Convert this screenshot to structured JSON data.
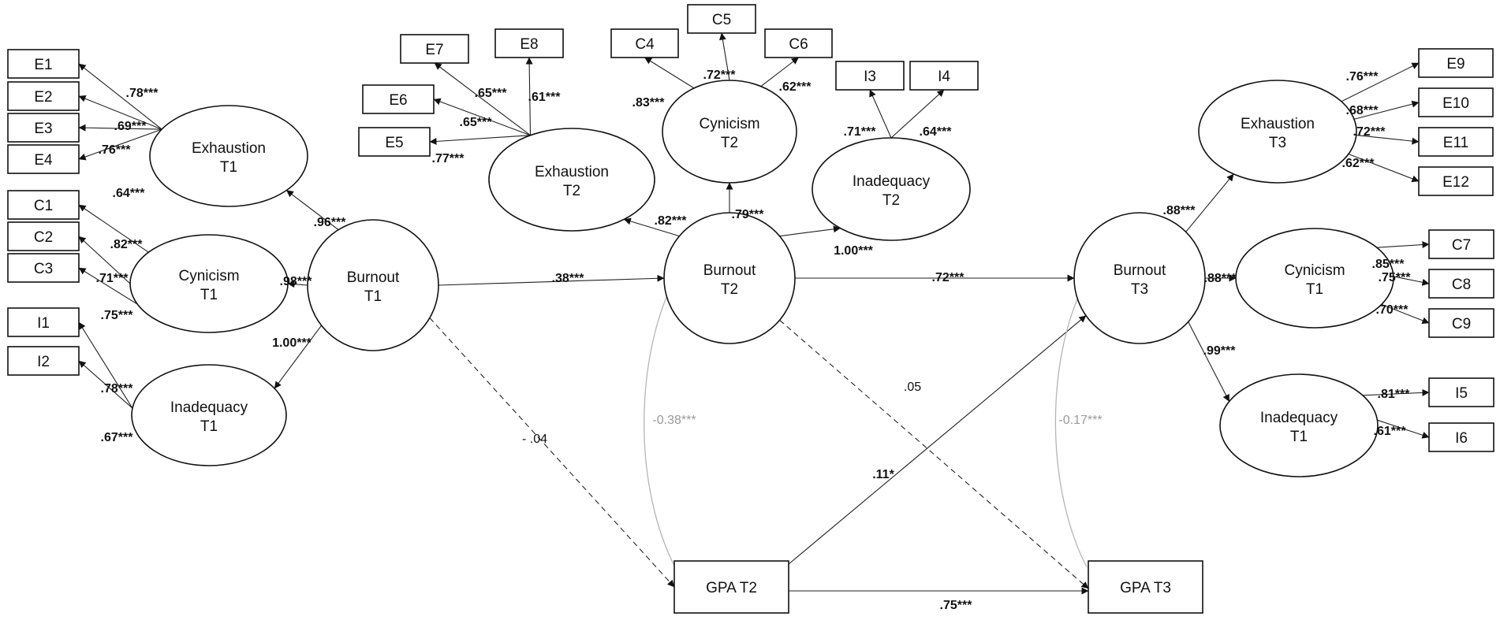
{
  "nodes": {
    "E1": "E1",
    "E2": "E2",
    "E3": "E3",
    "E4": "E4",
    "C1": "C1",
    "C2": "C2",
    "C3": "C3",
    "I1": "I1",
    "I2": "I2",
    "E5": "E5",
    "E6": "E6",
    "E7": "E7",
    "E8": "E8",
    "C4": "C4",
    "C5": "C5",
    "C6": "C6",
    "I3": "I3",
    "I4": "I4",
    "E9": "E9",
    "E10": "E10",
    "E11": "E11",
    "E12": "E12",
    "C7": "C7",
    "C8": "C8",
    "C9": "C9",
    "I5": "I5",
    "I6": "I6",
    "exh_t1": [
      "Exhaustion",
      "T1"
    ],
    "cyn_t1": [
      "Cynicism",
      "T1"
    ],
    "inad_t1": [
      "Inadequacy",
      "T1"
    ],
    "burn_t1": [
      "Burnout",
      "T1"
    ],
    "exh_t2": [
      "Exhaustion",
      "T2"
    ],
    "cyn_t2": [
      "Cynicism",
      "T2"
    ],
    "inad_t2": [
      "Inadequacy",
      "T2"
    ],
    "burn_t2": [
      "Burnout",
      "T2"
    ],
    "exh_t3": [
      "Exhaustion",
      "T3"
    ],
    "cyn_t3": [
      "Cynicism",
      "T1"
    ],
    "inad_t3": [
      "Inadequacy",
      "T1"
    ],
    "burn_t3": [
      "Burnout",
      "T3"
    ],
    "gpa_t2": "GPA T2",
    "gpa_t3": "GPA T3"
  },
  "loadings": {
    "E1": ".78***",
    "E2": ".69***",
    "E3": ".76***",
    "E4": ".64***",
    "C1": ".82***",
    "C2": ".71***",
    "C3": ".75***",
    "I1": ".78***",
    "I2": ".67***",
    "exh_t1": ".96***",
    "cyn_t1": ".98***",
    "inad_t1": "1.00***",
    "E5": ".77***",
    "E6": ".65***",
    "E7": ".65***",
    "E8": ".61***",
    "C4": ".83***",
    "C5": ".72***",
    "C6": ".62***",
    "I3": ".71***",
    "I4": ".64***",
    "exh_t2": ".82***",
    "cyn_t2": ".79***",
    "inad_t2": "1.00***",
    "E9": ".76***",
    "E10": ".68***",
    "E11": ".72***",
    "E12": ".62***",
    "C7": ".85***",
    "C8": ".75***",
    "C9": ".70***",
    "I5": ".81***",
    "I6": ".61***",
    "exh_t3": ".88***",
    "cyn_t3": ".88***",
    "inad_t3": ".99***"
  },
  "paths": {
    "b1_b2": ".38***",
    "b2_b3": ".72***",
    "b1_gpa2": "- .04",
    "b2_gpa3": ".05",
    "gpa2_b3": ".11*",
    "gpa2_gpa3": ".75***",
    "corr_b2_gpa2": "-0.38***",
    "corr_b3_gpa3": "-0.17***"
  }
}
